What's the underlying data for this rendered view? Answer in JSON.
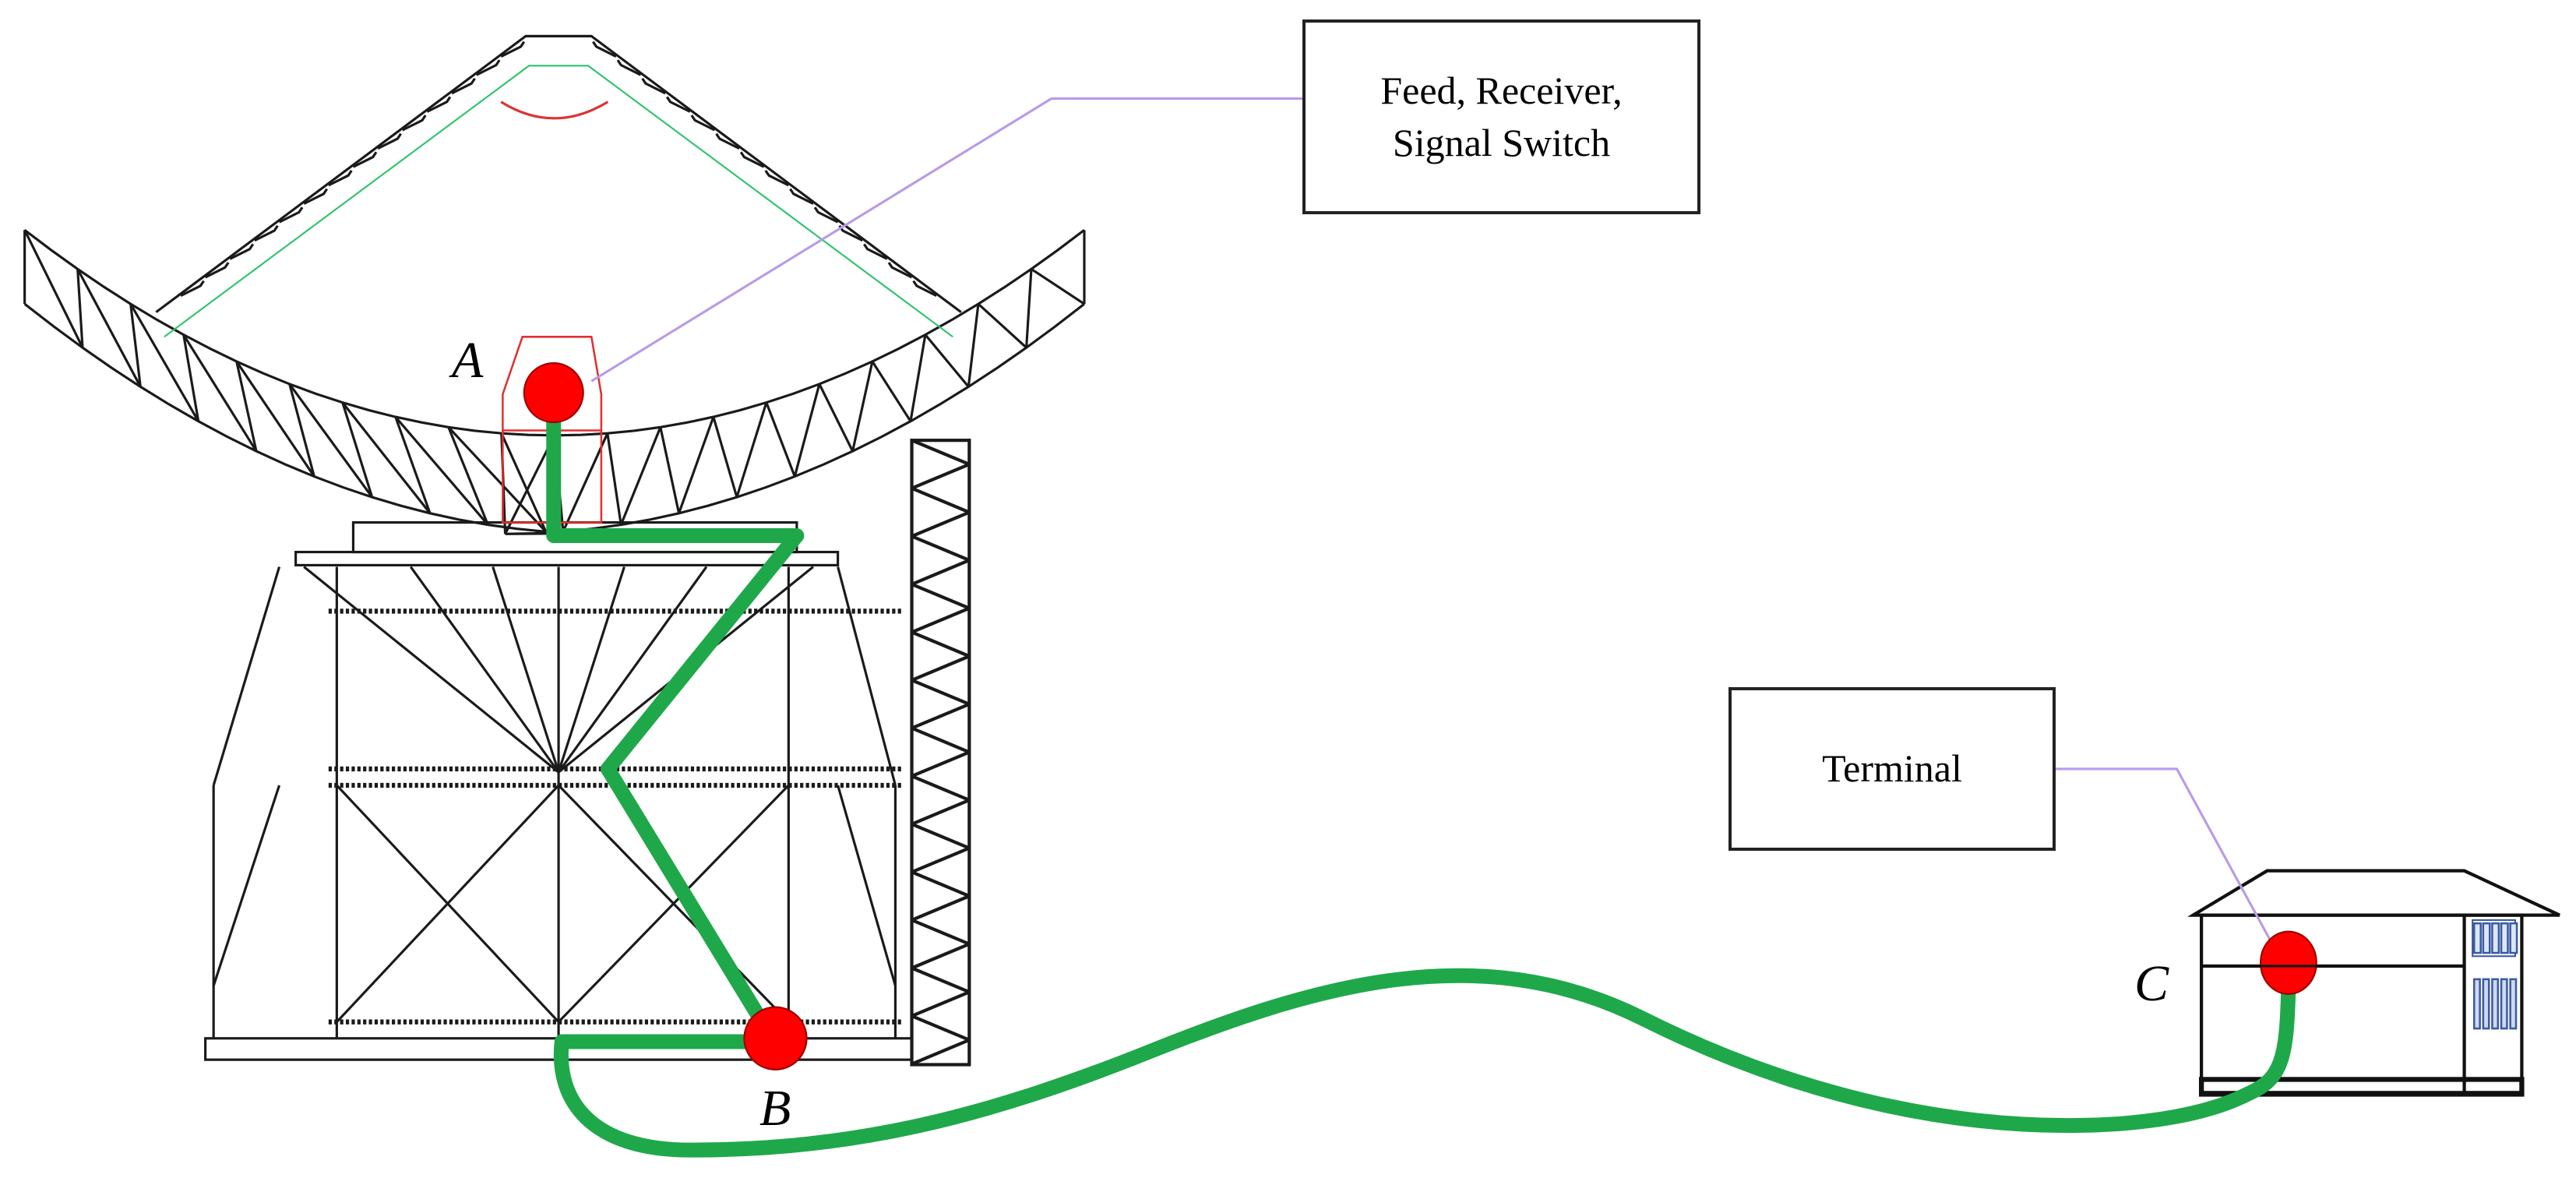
{
  "boxes": {
    "feed": {
      "line1": "Feed, Receiver,",
      "line2": "Signal Switch"
    },
    "terminal": "Terminal"
  },
  "points": {
    "a": "A",
    "b": "B",
    "c": "C"
  },
  "colors": {
    "cable": "#1fa84a",
    "node": "#ff0000",
    "leader": "#b89be8",
    "structure": "#1a1a1a"
  }
}
